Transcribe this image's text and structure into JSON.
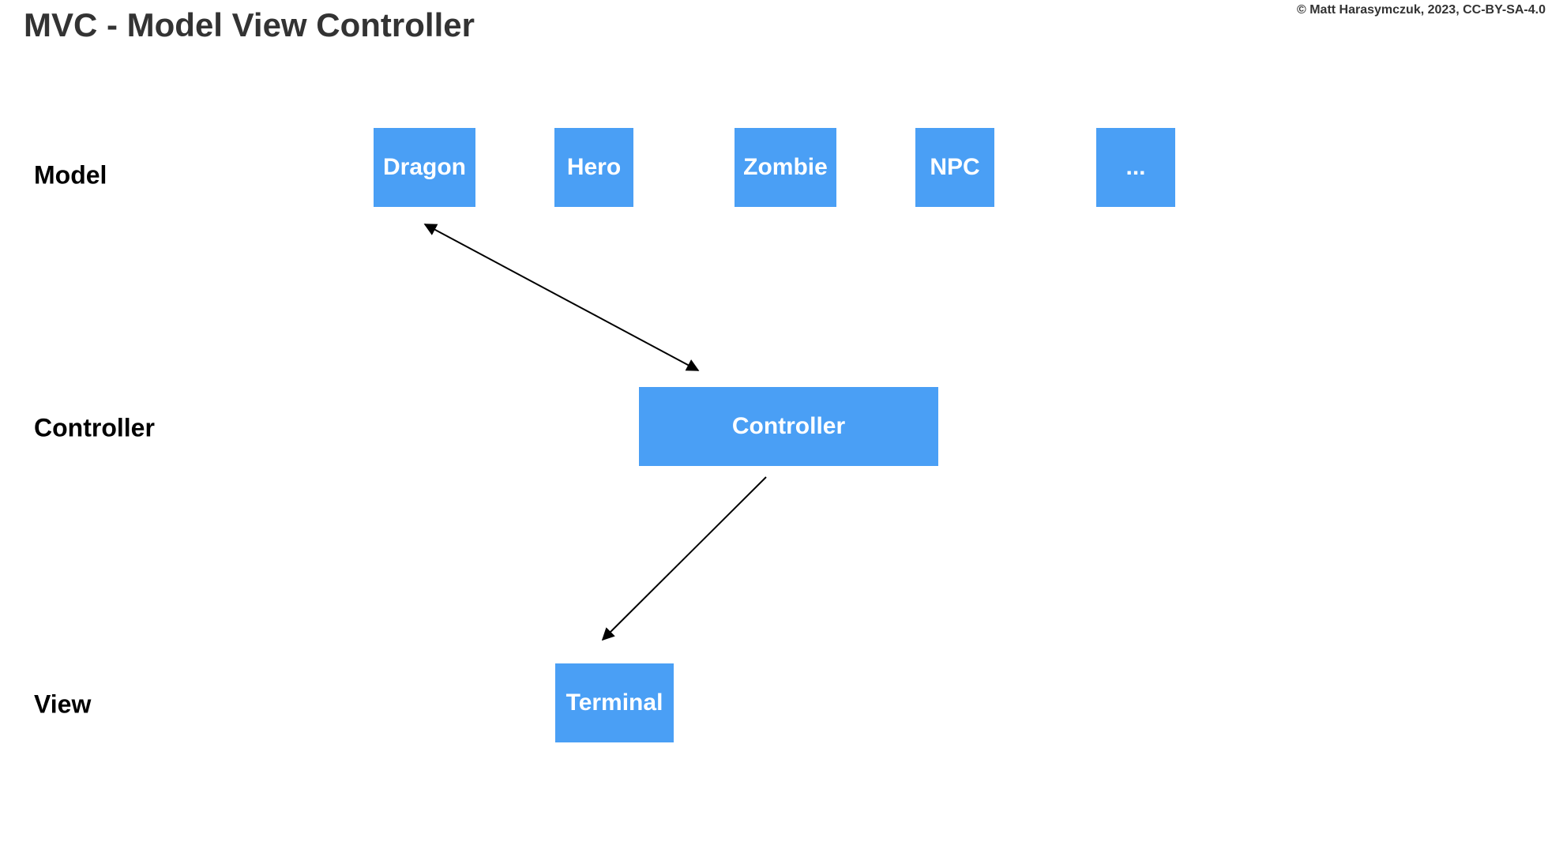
{
  "title": "MVC - Model View Controller",
  "copyright": "© Matt Harasymczuk, 2023, CC-BY-SA-4.0",
  "rows": {
    "model": "Model",
    "controller": "Controller",
    "view": "View"
  },
  "model_boxes": [
    "Dragon",
    "Hero",
    "Zombie",
    "NPC",
    "..."
  ],
  "controller_box": "Controller",
  "view_box": "Terminal",
  "connections": [
    {
      "from": "Dragon",
      "to": "Controller",
      "direction": "bidirectional"
    },
    {
      "from": "Controller",
      "to": "Terminal",
      "direction": "one-way"
    }
  ],
  "colors": {
    "box_fill": "#4a9ff5",
    "box_text": "#ffffff",
    "title_text": "#333333",
    "arrow": "#000000"
  }
}
